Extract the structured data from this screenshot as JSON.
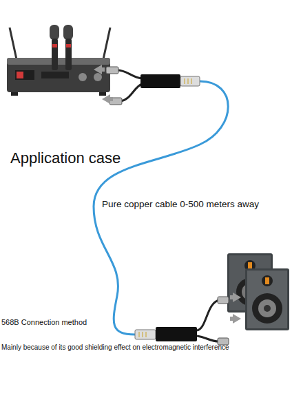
{
  "diagram": {
    "labels": [
      "Application case",
      "Pure copper cable 0-500 meters away",
      "568B Connection method",
      "Mainly because of its good shielding effect on electromagnetic interference"
    ]
  }
}
